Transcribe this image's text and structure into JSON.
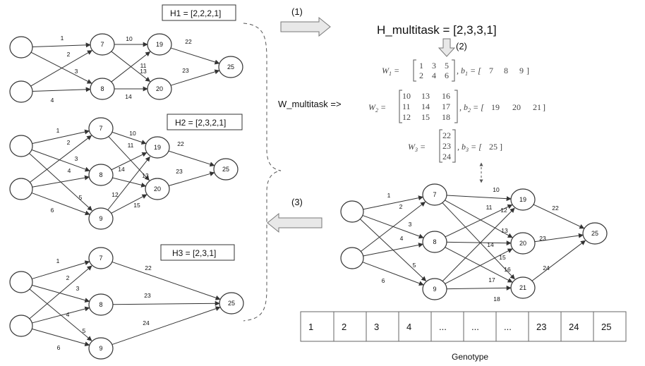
{
  "labels": {
    "h1": "H1 = [2,2,2,1]",
    "h2": "H2 = [2,3,2,1]",
    "h3": "H3 = [2,3,1]",
    "h_multitask": "H_multitask = [2,3,3,1]",
    "w_multitask": "W_multitask  =>",
    "step1": "(1)",
    "step2": "(2)",
    "step3": "(3)",
    "genotype": "Genotype"
  },
  "genotype_cells": [
    "1",
    "2",
    "3",
    "4",
    "...",
    "...",
    "...",
    "23",
    "24",
    "25"
  ],
  "equations": {
    "w1": {
      "name": "W",
      "sub": "1",
      "rows": [
        [
          "1",
          "3",
          "5"
        ],
        [
          "2",
          "4",
          "6"
        ]
      ],
      "bname": "b",
      "bsub": "1",
      "bvals": [
        "7",
        "8",
        "9"
      ]
    },
    "w2": {
      "name": "W",
      "sub": "2",
      "rows": [
        [
          "10",
          "13",
          "16"
        ],
        [
          "11",
          "14",
          "17"
        ],
        [
          "12",
          "15",
          "18"
        ]
      ],
      "bname": "b",
      "bsub": "2",
      "bvals": [
        "19",
        "20",
        "21"
      ]
    },
    "w3": {
      "name": "W",
      "sub": "3",
      "rows": [
        [
          "22"
        ],
        [
          "23"
        ],
        [
          "24"
        ]
      ],
      "bname": "b",
      "bsub": "3",
      "bvals": [
        "25"
      ]
    }
  },
  "networks": [
    {
      "id": "net-h1",
      "nodes": [
        {
          "id": "i1",
          "label": ""
        },
        {
          "id": "i2",
          "label": ""
        },
        {
          "id": "a",
          "label": "7"
        },
        {
          "id": "b",
          "label": "8"
        },
        {
          "id": "c",
          "label": "19"
        },
        {
          "id": "d",
          "label": "20"
        },
        {
          "id": "o",
          "label": "25"
        }
      ],
      "edges": [
        {
          "from": "i1",
          "to": "a",
          "label": "1"
        },
        {
          "from": "i2",
          "to": "a",
          "label": "2"
        },
        {
          "from": "i1",
          "to": "b",
          "label": "3"
        },
        {
          "from": "i2",
          "to": "b",
          "label": "4"
        },
        {
          "from": "a",
          "to": "c",
          "label": "10"
        },
        {
          "from": "b",
          "to": "c",
          "label": "11"
        },
        {
          "from": "a",
          "to": "d",
          "label": "13"
        },
        {
          "from": "b",
          "to": "d",
          "label": "14"
        },
        {
          "from": "c",
          "to": "o",
          "label": "22"
        },
        {
          "from": "d",
          "to": "o",
          "label": "23"
        }
      ]
    },
    {
      "id": "net-h2",
      "nodes": [
        {
          "id": "i1",
          "label": ""
        },
        {
          "id": "i2",
          "label": ""
        },
        {
          "id": "a",
          "label": "7"
        },
        {
          "id": "b",
          "label": "8"
        },
        {
          "id": "e",
          "label": "9"
        },
        {
          "id": "c",
          "label": "19"
        },
        {
          "id": "d",
          "label": "20"
        },
        {
          "id": "o",
          "label": "25"
        }
      ],
      "edges": [
        {
          "from": "i1",
          "to": "a",
          "label": "1"
        },
        {
          "from": "i2",
          "to": "a",
          "label": "2"
        },
        {
          "from": "i1",
          "to": "b",
          "label": "3"
        },
        {
          "from": "i2",
          "to": "b",
          "label": "4"
        },
        {
          "from": "i1",
          "to": "e",
          "label": "5"
        },
        {
          "from": "i2",
          "to": "e",
          "label": "6"
        },
        {
          "from": "a",
          "to": "c",
          "label": "10"
        },
        {
          "from": "b",
          "to": "c",
          "label": "14"
        },
        {
          "from": "e",
          "to": "c",
          "label": "12"
        },
        {
          "from": "a",
          "to": "d",
          "label": "11"
        },
        {
          "from": "b",
          "to": "d",
          "label": "13"
        },
        {
          "from": "e",
          "to": "d",
          "label": "15"
        },
        {
          "from": "c",
          "to": "o",
          "label": "22"
        },
        {
          "from": "d",
          "to": "o",
          "label": "23"
        }
      ]
    },
    {
      "id": "net-h3",
      "nodes": [
        {
          "id": "i1",
          "label": ""
        },
        {
          "id": "i2",
          "label": ""
        },
        {
          "id": "a",
          "label": "7"
        },
        {
          "id": "b",
          "label": "8"
        },
        {
          "id": "e",
          "label": "9"
        },
        {
          "id": "o",
          "label": "25"
        }
      ],
      "edges": [
        {
          "from": "i1",
          "to": "a",
          "label": "1"
        },
        {
          "from": "i2",
          "to": "a",
          "label": "2"
        },
        {
          "from": "i1",
          "to": "b",
          "label": "3"
        },
        {
          "from": "i2",
          "to": "b",
          "label": "4"
        },
        {
          "from": "i1",
          "to": "e",
          "label": "5"
        },
        {
          "from": "i2",
          "to": "e",
          "label": "6"
        },
        {
          "from": "a",
          "to": "o",
          "label": "22"
        },
        {
          "from": "b",
          "to": "o",
          "label": "23"
        },
        {
          "from": "e",
          "to": "o",
          "label": "24"
        }
      ]
    },
    {
      "id": "net-multitask",
      "nodes": [
        {
          "id": "i1",
          "label": ""
        },
        {
          "id": "i2",
          "label": ""
        },
        {
          "id": "a",
          "label": "7"
        },
        {
          "id": "b",
          "label": "8"
        },
        {
          "id": "e",
          "label": "9"
        },
        {
          "id": "c",
          "label": "19"
        },
        {
          "id": "d",
          "label": "20"
        },
        {
          "id": "f",
          "label": "21"
        },
        {
          "id": "o",
          "label": "25"
        }
      ],
      "edges": [
        {
          "from": "i1",
          "to": "a",
          "label": "1"
        },
        {
          "from": "i2",
          "to": "a",
          "label": "2"
        },
        {
          "from": "i1",
          "to": "b",
          "label": "3"
        },
        {
          "from": "i2",
          "to": "b",
          "label": "4"
        },
        {
          "from": "i1",
          "to": "e",
          "label": "5"
        },
        {
          "from": "i2",
          "to": "e",
          "label": "6"
        },
        {
          "from": "a",
          "to": "c",
          "label": "10"
        },
        {
          "from": "b",
          "to": "c",
          "label": "11"
        },
        {
          "from": "e",
          "to": "c",
          "label": "12"
        },
        {
          "from": "a",
          "to": "d",
          "label": "13"
        },
        {
          "from": "b",
          "to": "d",
          "label": "14"
        },
        {
          "from": "e",
          "to": "d",
          "label": "15"
        },
        {
          "from": "a",
          "to": "f",
          "label": "16"
        },
        {
          "from": "b",
          "to": "f",
          "label": "17"
        },
        {
          "from": "e",
          "to": "f",
          "label": "18"
        },
        {
          "from": "c",
          "to": "o",
          "label": "22"
        },
        {
          "from": "d",
          "to": "o",
          "label": "23"
        },
        {
          "from": "f",
          "to": "o",
          "label": "24"
        }
      ]
    }
  ]
}
